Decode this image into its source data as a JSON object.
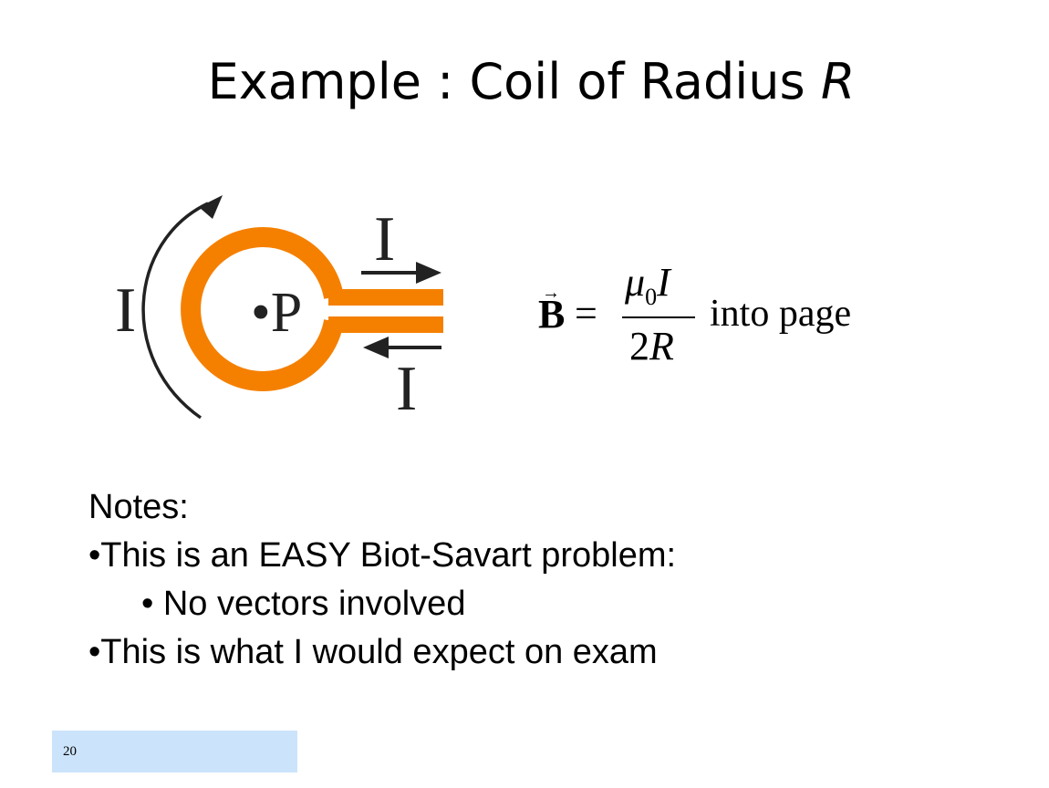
{
  "slide": {
    "title_main": "Example : Coil of Radius ",
    "title_var": "R",
    "page_number": "20"
  },
  "diagram": {
    "current_left": "I",
    "current_top": "I",
    "current_bottom": "I",
    "point_label": "•P",
    "coil_color": "#f58000",
    "arrow_color": "#222222"
  },
  "formula": {
    "lhs": "B",
    "vector_arrow": "→",
    "equals": "=",
    "numerator_mu": "μ",
    "numerator_sub": "0",
    "numerator_current": "I",
    "denominator_number": "2",
    "denominator_var": "R",
    "tail": "into page"
  },
  "notes": {
    "heading": "Notes:",
    "items": [
      "•This is an EASY Biot-Savart problem:",
      "• No vectors involved",
      "•This is what I would expect on exam"
    ]
  },
  "colors": {
    "footer_box": "#cce4fb"
  }
}
